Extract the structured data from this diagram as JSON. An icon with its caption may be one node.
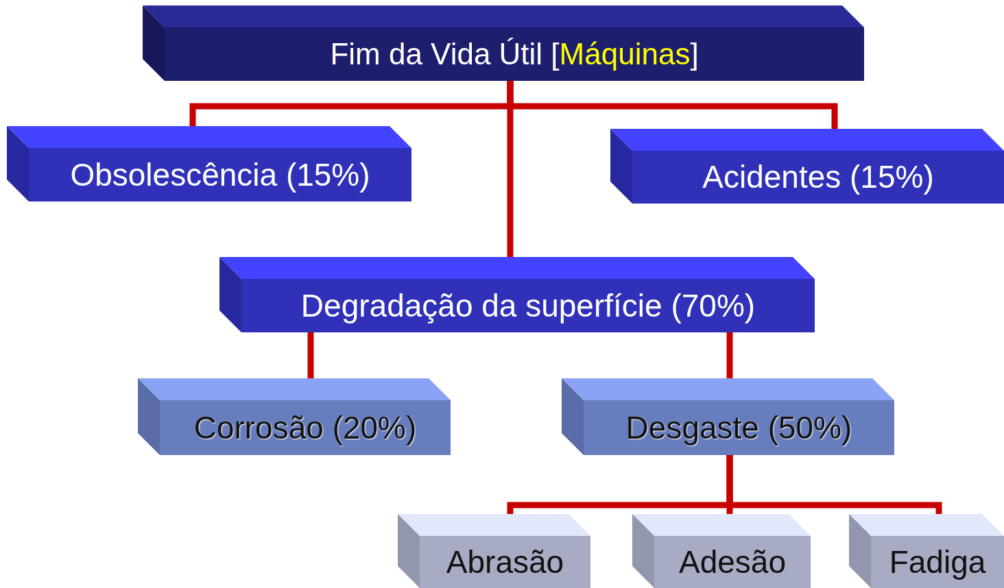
{
  "diagram": {
    "nodes": [
      {
        "text": [
          "Fim da Vida Útil [Máquinas]"
        ]
      },
      {
        "text": [
          "Obsolescência (15%)"
        ]
      },
      {
        "text": [
          "Acidentes (15%)"
        ]
      },
      {
        "text": [
          "Degradação da superfície (70%)"
        ]
      },
      {
        "text": [
          "Corrosão (20%)"
        ]
      },
      {
        "text": [
          "Desgaste (50%)"
        ]
      },
      {
        "text": [
          "Abrasão"
        ]
      },
      {
        "text": [
          "Adesão"
        ]
      },
      {
        "text": [
          "Fadiga"
        ]
      }
    ],
    "edges": [
      {
        "from": 0,
        "to": 1,
        "arrow": "none"
      },
      {
        "from": 0,
        "to": 2,
        "arrow": "none"
      },
      {
        "from": 0,
        "to": 3,
        "arrow": "none"
      },
      {
        "from": 3,
        "to": 4,
        "arrow": "none"
      },
      {
        "from": 3,
        "to": 5,
        "arrow": "none"
      },
      {
        "from": 5,
        "to": 6,
        "arrow": "none"
      },
      {
        "from": 5,
        "to": 7,
        "arrow": "none"
      },
      {
        "from": 5,
        "to": 8,
        "arrow": "none"
      }
    ]
  }
}
